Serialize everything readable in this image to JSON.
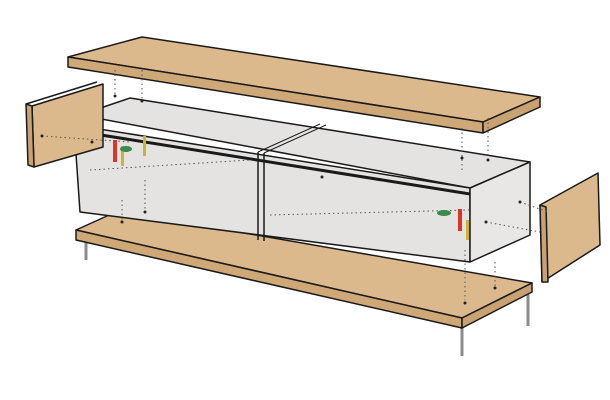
{
  "diagram": {
    "type": "exploded-assembly",
    "parts": [
      "top-panel",
      "left-side-panel",
      "cabinet-body",
      "bottom-panel",
      "right-side-panel",
      "legs",
      "fittings"
    ],
    "colors": {
      "wood": "#dcb88d",
      "wood_edge": "#c9a273",
      "carcass": "#e4e3e1",
      "carcass_dark": "#d6d5d2",
      "outline": "#1a1a1a",
      "leg": "#8c8c8c",
      "dowel": "#d9352a",
      "screw": "#c9b530",
      "cam": "#3a8a4a"
    }
  }
}
